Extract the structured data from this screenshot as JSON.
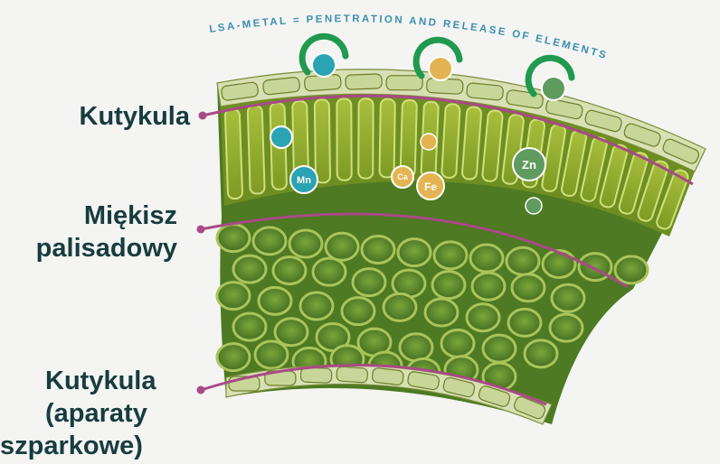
{
  "title": "LSA-METAL = PENETRATION AND RELEASE OF ELEMENTS",
  "labels": {
    "cuticle_top": "Kutykula",
    "palisade_line1": "Miękisz",
    "palisade_line2": "palisadowy",
    "cuticle_bottom_line1": "Kutykula",
    "cuticle_bottom_line2": "(aparaty",
    "cuticle_bottom_line3": "szparkowe)"
  },
  "elements": {
    "mn": "Mn",
    "ca": "Ca",
    "fe": "Fe",
    "zn": "Zn"
  },
  "colors": {
    "teal": "#2aa3b2",
    "gold": "#e3b451",
    "green_particle": "#5f9a5e",
    "chelate_ring": "#1f9a4f",
    "membrane_line": "#a84a86",
    "label_text": "#173c3e",
    "title_text": "#3a8fb0",
    "palisade_cell": "#8fae2f",
    "spongy_cell": "#5d8a2b",
    "epidermis_cell": "#c8d69a"
  }
}
